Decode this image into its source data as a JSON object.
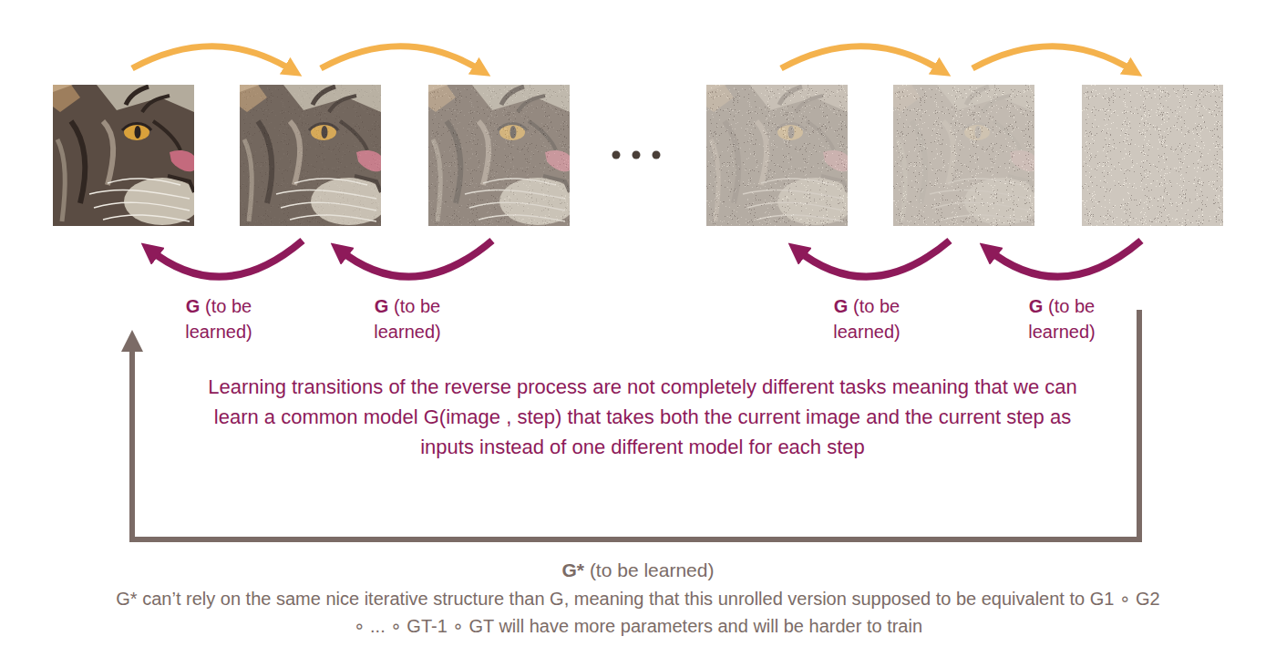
{
  "diagram": {
    "labels": [
      "G (to be learned)",
      "G (to be learned)",
      "G (to be learned)",
      "G (to be learned)",
      "Learning transitions of the reverse process are not completely different tasks meaning that we can learn a common model G(image , step) that takes both the current image and the current step as inputs instead of one different model for each step",
      "G* (to be learned)",
      "G* can’t rely on the same nice iterative structure than G, meaning that this unrolled version supposed to be equivalent to G1 ∘ G2 ∘ ... ∘ GT-1 ∘ GT will have more parameters and will be harder to train"
    ]
  }
}
